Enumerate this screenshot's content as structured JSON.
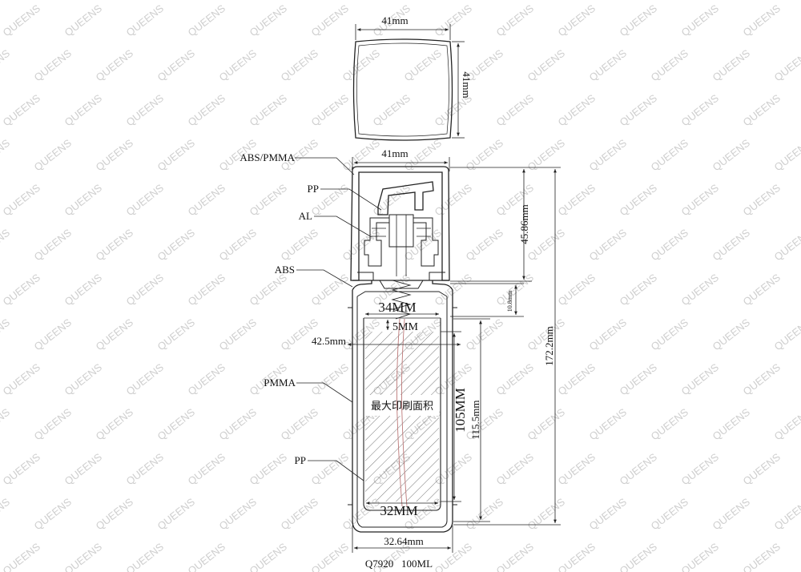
{
  "watermark": {
    "text": "QUEENS",
    "color": "#cfcfcf"
  },
  "drawing": {
    "title": "Q7920   100ML",
    "cap": {
      "width": "41mm",
      "height": "41mm"
    },
    "pump": {
      "width": "41mm",
      "height": "45.86mm",
      "gap": "10.8mm"
    },
    "bottle": {
      "inner_top_width": "34MM",
      "fill_gap": "5MM",
      "wall_label": "42.5mm",
      "print_area_height": "105MM",
      "print_area_label": "最大印刷面积",
      "body_height": "115.5mm",
      "inner_bottom_width": "32MM",
      "base_width": "32.64mm",
      "total_height": "172.2mm"
    },
    "materials": {
      "overcap": "ABS/PMMA",
      "actuator": "PP",
      "collar": "AL",
      "shoulder": "ABS",
      "outer_bottle": "PMMA",
      "inner_bottle": "PP"
    }
  }
}
